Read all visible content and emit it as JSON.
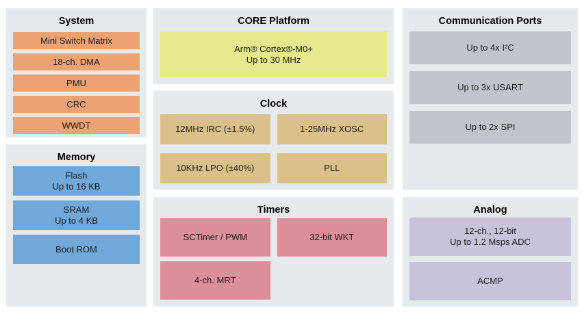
{
  "diagram": {
    "colors": {
      "section_bg": "#e6eaed",
      "system_block": "#eda273",
      "memory_block": "#6fa8d9",
      "core_block": "#e5e88d",
      "clock_block": "#dcc08a",
      "timers_block": "#dc8e99",
      "comm_block": "#bfc5cb",
      "analog_block": "#c9c2db",
      "text": "#1a1a1a"
    },
    "sections": {
      "system": {
        "title": "System",
        "blocks": [
          "Mini Switch Matrix",
          "18-ch. DMA",
          "PMU",
          "CRC",
          "WWDT"
        ]
      },
      "memory": {
        "title": "Memory",
        "blocks": [
          "Flash\nUp to 16 KB",
          "SRAM\nUp to 4 KB",
          "Boot ROM"
        ]
      },
      "core": {
        "title": "CORE Platform",
        "blocks": [
          "Arm® Cortex®-M0+\nUp to 30 MHz"
        ]
      },
      "clock": {
        "title": "Clock",
        "blocks": [
          "12MHz IRC (±1.5%)",
          "1-25MHz XOSC",
          "10KHz LPO (±40%)",
          "PLL"
        ]
      },
      "timers": {
        "title": "Timers",
        "blocks": [
          "SCTimer / PWM",
          "32-bit WKT",
          "4-ch. MRT"
        ]
      },
      "comm": {
        "title": "Communication Ports",
        "blocks": [
          "Up to 4x I²C",
          "Up to 3x USART",
          "Up to 2x SPI"
        ]
      },
      "analog": {
        "title": "Analog",
        "blocks": [
          "12-ch., 12-bit\nUp to 1.2 Msps ADC",
          "ACMP"
        ]
      }
    }
  }
}
